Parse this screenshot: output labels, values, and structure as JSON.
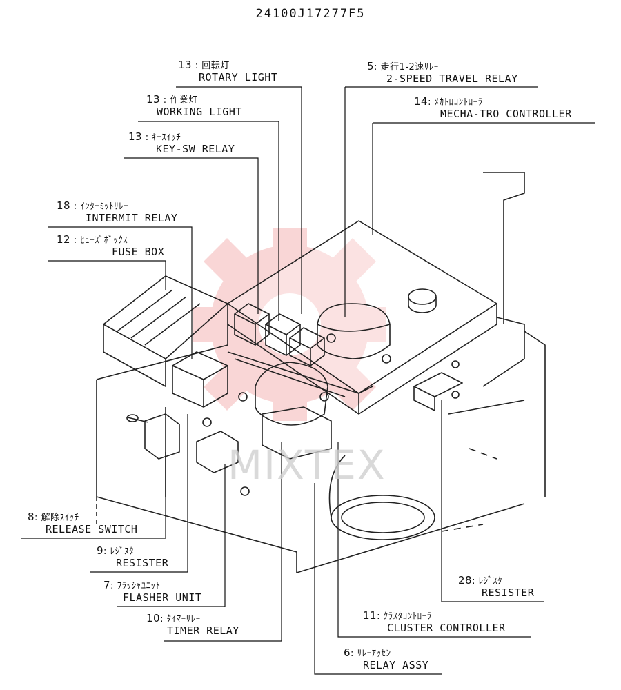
{
  "drawing_code": "24100J17277F5",
  "watermark": "MIXTEX",
  "callouts": [
    {
      "num": "13",
      "jp": "回転灯",
      "en": "ROTARY LIGHT"
    },
    {
      "num": "13",
      "jp": "作業灯",
      "en": "WORKING LIGHT"
    },
    {
      "num": "13",
      "jp": "ｷｰｽｲｯﾁ",
      "en": "KEY-SW RELAY"
    },
    {
      "num": "18",
      "jp": "ｲﾝﾀｰﾐｯﾄﾘﾚｰ",
      "en": "INTERMIT RELAY"
    },
    {
      "num": "12",
      "jp": "ﾋｭｰｽﾞﾎﾞｯｸｽ",
      "en": "FUSE BOX"
    },
    {
      "num": "5",
      "jp": "走行1-2速ﾘﾚｰ",
      "en": "2-SPEED TRAVEL RELAY"
    },
    {
      "num": "14",
      "jp": "ﾒｶﾄﾛｺﾝﾄﾛｰﾗ",
      "en": "MECHA-TRO CONTROLLER"
    },
    {
      "num": "8",
      "jp": "解除ｽｲｯﾁ",
      "en": "RELEASE SWITCH"
    },
    {
      "num": "9",
      "jp": "ﾚｼﾞｽﾀ",
      "en": "RESISTER"
    },
    {
      "num": "7",
      "jp": "ﾌﾗｯｼｬﾕﾆｯﾄ",
      "en": "FLASHER UNIT"
    },
    {
      "num": "10",
      "jp": "ﾀｲﾏｰﾘﾚｰ",
      "en": "TIMER RELAY"
    },
    {
      "num": "28",
      "jp": "ﾚｼﾞｽﾀ",
      "en": "RESISTER"
    },
    {
      "num": "11",
      "jp": "ｸﾗｽﾀｺﾝﾄﾛｰﾗ",
      "en": "CLUSTER CONTROLLER"
    },
    {
      "num": "6",
      "jp": "ﾘﾚｰｱｯｾﾝ",
      "en": "RELAY ASSY"
    }
  ]
}
